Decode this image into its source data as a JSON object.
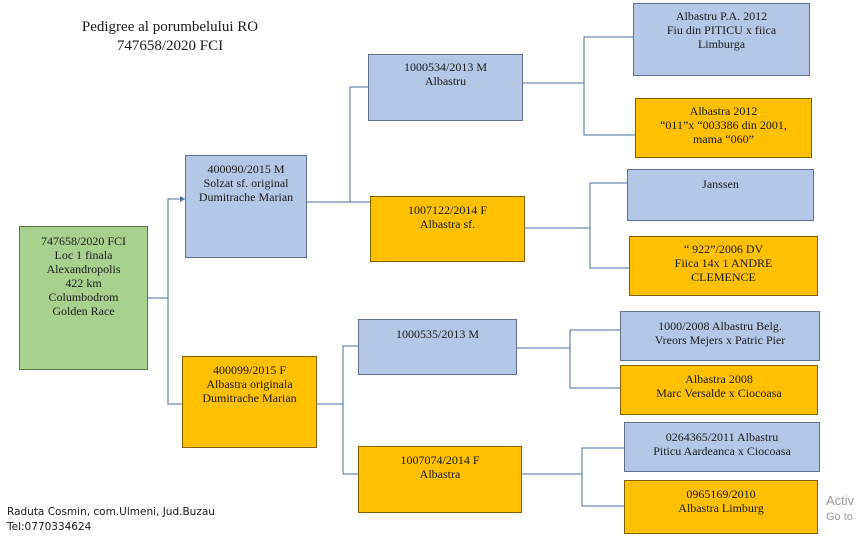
{
  "title": {
    "line1": "Pedigree al porumbelului  RO",
    "line2": "747658/2020 FCI"
  },
  "nodes": {
    "root": [
      "747658/2020 FCI",
      "Loc 1 finala",
      "Alexandropolis",
      "422 km",
      "Columbodrom",
      "Golden Race"
    ],
    "sire": [
      "400090/2015 M",
      "Solzat sf. original",
      "Dumitrache Marian"
    ],
    "dam": [
      "400099/2015   F",
      "Albastra originala",
      "Dumitrache Marian"
    ],
    "sire_sire": [
      "1000534/2013   M",
      "Albastru"
    ],
    "sire_dam": [
      "1007122/2014    F",
      "Albastra sf."
    ],
    "dam_sire": [
      "1000535/2013    M"
    ],
    "dam_dam": [
      "1007074/2014      F",
      "Albastra"
    ],
    "ss_sire": [
      "Albastru  P.A. 2012",
      "Fiu din PITICU x fiica",
      "Limburga"
    ],
    "ss_dam": [
      "Albastra 2012",
      "“011”x “003386 din 2001,",
      "mama “060”"
    ],
    "sd_sire": [
      "Janssen"
    ],
    "sd_dam": [
      "“ 922”/2006   DV",
      "Fiica 14x 1 ANDRE",
      "CLEMENCE"
    ],
    "ds_sire": [
      "1000/2008 Albastru Belg.",
      "Vreors Mejers x Patric Pier"
    ],
    "ds_dam": [
      "Albastra 2008",
      "Marc Versalde x Ciocoasa"
    ],
    "dd_sire": [
      "0264365/2011 Albastru",
      "Piticu Aardeanca x Ciocoasa"
    ],
    "dd_dam": [
      "0965169/2010",
      "Albastra Limburg"
    ]
  },
  "footer": {
    "line1": "Raduta Cosmin, com.Ulmeni, Jud.Buzau",
    "line2": "Tel:0770334624"
  },
  "watermark": {
    "line1": "Activ",
    "line2": "Go to"
  },
  "colors": {
    "blue": "#b4c7e7",
    "gold": "#ffc000",
    "green": "#a9d18e",
    "connector": "#4a6fa5"
  }
}
